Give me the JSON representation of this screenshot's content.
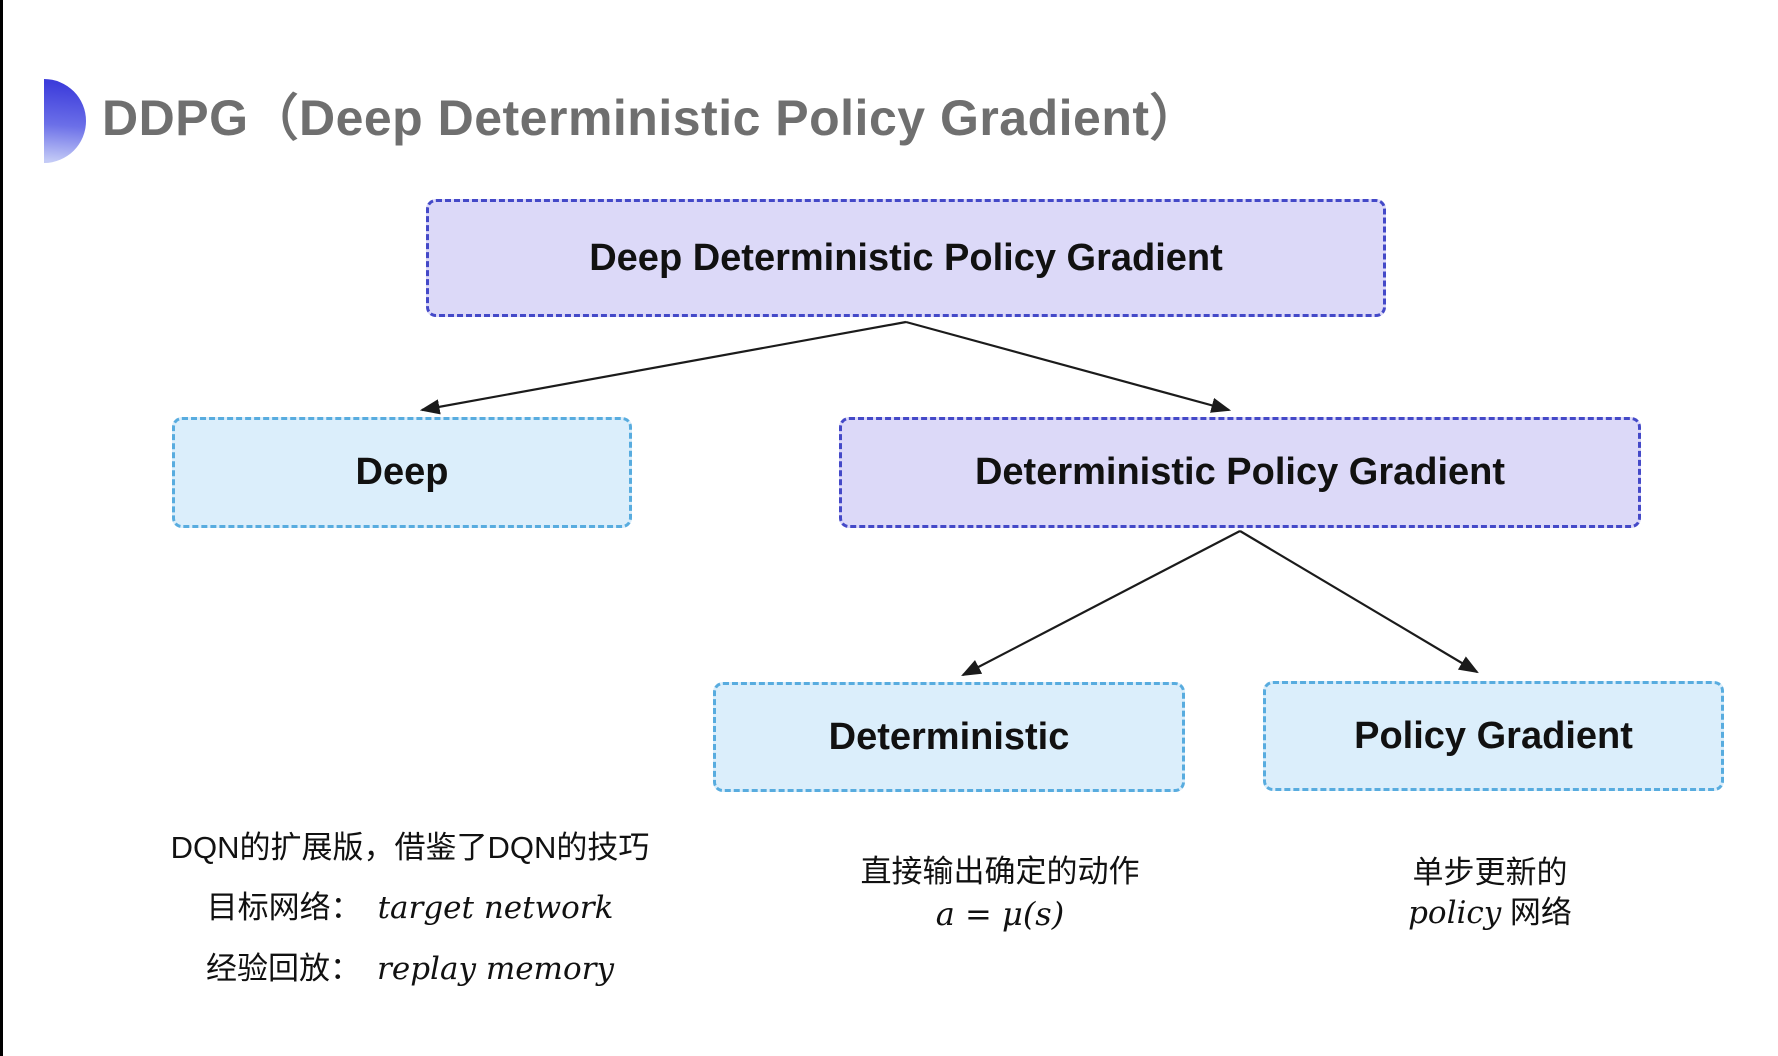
{
  "title": "DDPG（Deep Deterministic Policy Gradient）",
  "colors": {
    "purpleBg": "#dcd9f8",
    "purpleBorder": "#4449c8",
    "cyanBg": "#dbeefb",
    "cyanBorder": "#58acdf",
    "titleText": "#6f6f6f",
    "bodyText": "#111111",
    "arrow": "#1b1b1b",
    "iconTop": "#3d3ddb",
    "iconMid": "#6b6fe8",
    "iconBottom": "#c3caf6"
  },
  "tree": {
    "root": {
      "label": "Deep Deterministic Policy Gradient"
    },
    "children": [
      {
        "label": "Deep"
      },
      {
        "label": "Deterministic Policy Gradient"
      }
    ],
    "grandchildren": [
      {
        "label": "Deterministic"
      },
      {
        "label": "Policy Gradient"
      }
    ]
  },
  "notes": {
    "left": {
      "line1": "DQN的扩展版，借鉴了DQN的技巧",
      "line2_label": "目标网络：",
      "line2_term": "target network",
      "line3_label": "经验回放：",
      "line3_term": "replay memory"
    },
    "middle": {
      "line1": "直接输出确定的动作",
      "formula": "a = μ(s)"
    },
    "right": {
      "line1": "单步更新的",
      "line2_term": "policy",
      "line2_suffix": " 网络"
    }
  }
}
